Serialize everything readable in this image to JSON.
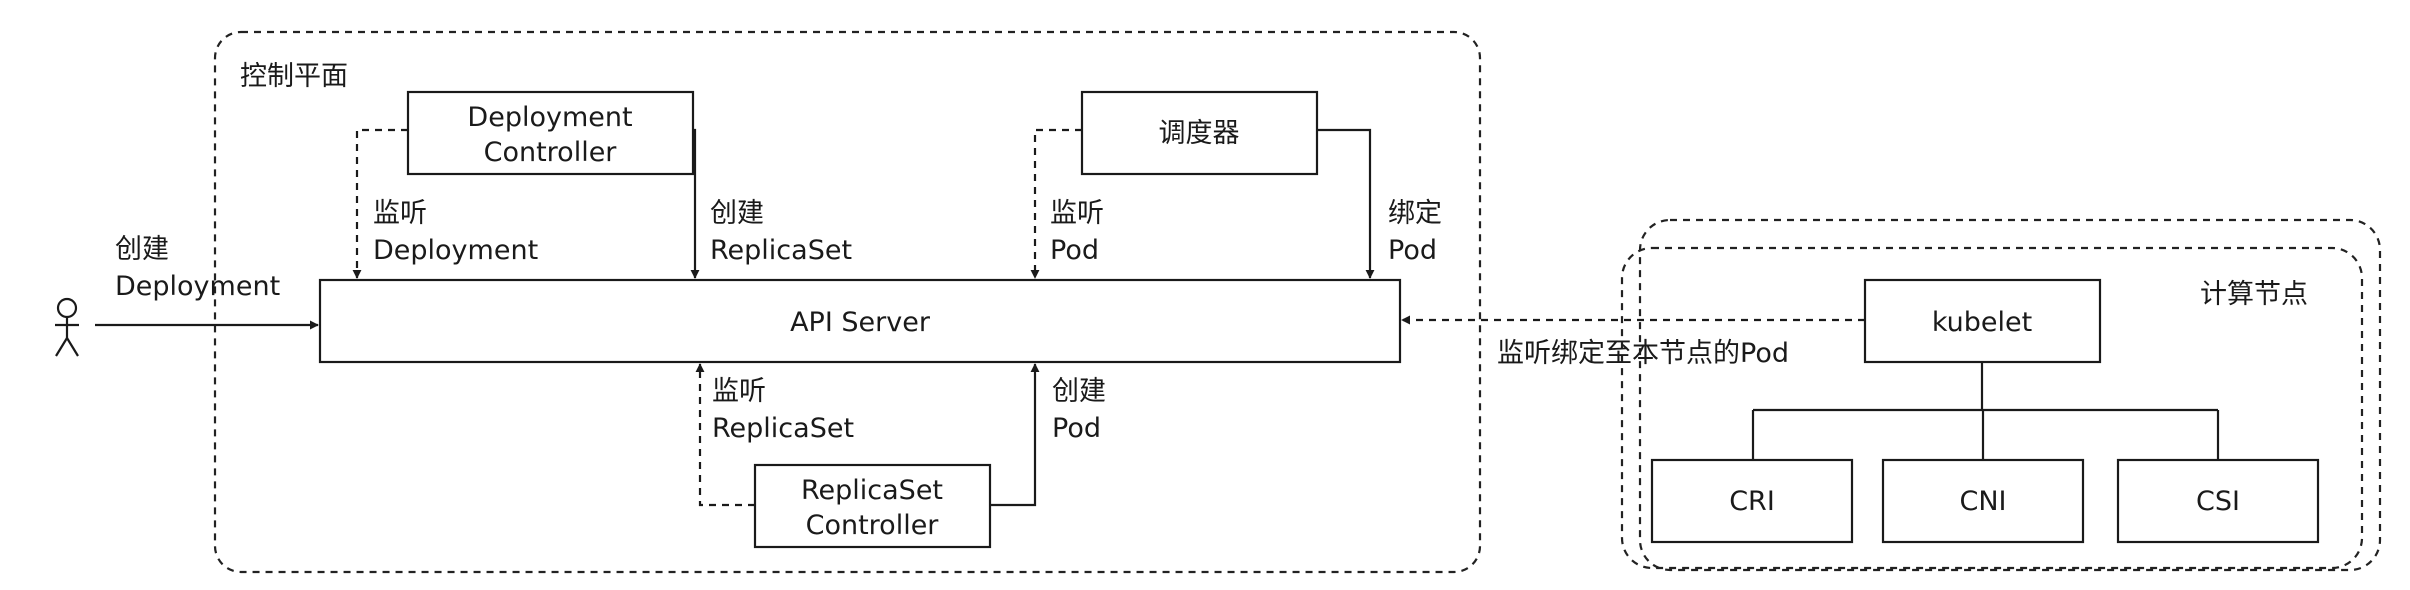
{
  "control_plane": {
    "title": "控制平面",
    "deployment_controller": [
      "Deployment",
      "Controller"
    ],
    "scheduler": "调度器",
    "api_server": "API Server",
    "replicaset_controller": [
      "ReplicaSet",
      "Controller"
    ]
  },
  "edges": {
    "user_create": [
      "创建",
      "Deployment"
    ],
    "watch_deployment": [
      "监听",
      "Deployment"
    ],
    "create_replicaset": [
      "创建",
      "ReplicaSet"
    ],
    "watch_pod": [
      "监听",
      "Pod"
    ],
    "bind_pod": [
      "绑定",
      "Pod"
    ],
    "watch_replicaset": [
      "监听",
      "ReplicaSet"
    ],
    "create_pod": [
      "创建",
      "Pod"
    ],
    "kubelet_watch": "监听绑定至本节点的Pod"
  },
  "compute_node": {
    "title": "计算节点",
    "kubelet": "kubelet",
    "plugins": [
      "CRI",
      "CNI",
      "CSI"
    ]
  }
}
